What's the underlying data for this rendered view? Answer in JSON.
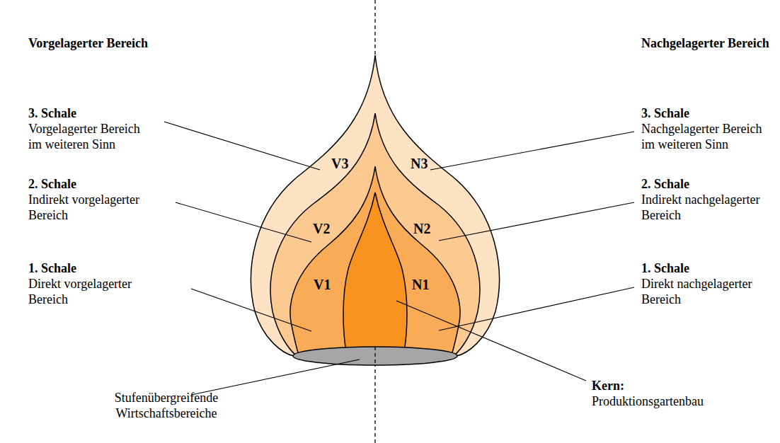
{
  "diagram": {
    "labels": [
      "Vorgelagerter Bereich",
      "Nachgelagerter Bereich",
      "3. Schale",
      "Vorgelagerter Bereich im weiteren Sinn",
      "3. Schale",
      "Nachgelagerter Bereich im weiteren Sinn",
      "V3",
      "N3",
      "2. Schale",
      "Indirekt vorgelagerter Bereich",
      "2. Schale",
      "Indirekt nachgelagerter Bereich",
      "V2",
      "N2",
      "1. Schale",
      "Direkt vorgelagerter Bereich",
      "V1",
      "N1",
      "1. Schale",
      "Direkt nachgelagerter Bereich",
      "Kern:",
      "Produktionsgartenbau",
      "Stufenübergreifende Wirtschaftsbereiche"
    ]
  }
}
